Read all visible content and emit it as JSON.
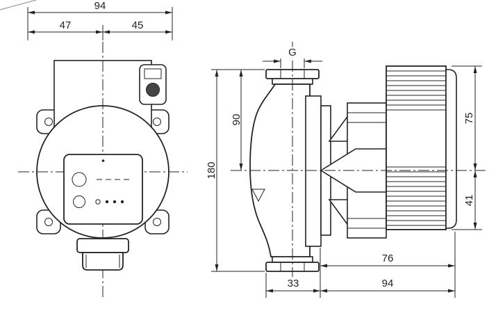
{
  "drawing": {
    "front_view": {
      "dim_overall_width": "94",
      "dim_width_left": "47",
      "dim_width_right": "45"
    },
    "side_view": {
      "dim_thread": "G",
      "dim_port_to_axis": "90",
      "dim_port_to_port": "180",
      "dim_axis_to_motor_top": "75",
      "dim_axis_to_motor_bottom": "41",
      "dim_motor_depth": "76",
      "dim_flange_offset": "33",
      "dim_overall_depth": "94"
    },
    "colors": {
      "line": "#222222",
      "background": "#ffffff"
    }
  }
}
